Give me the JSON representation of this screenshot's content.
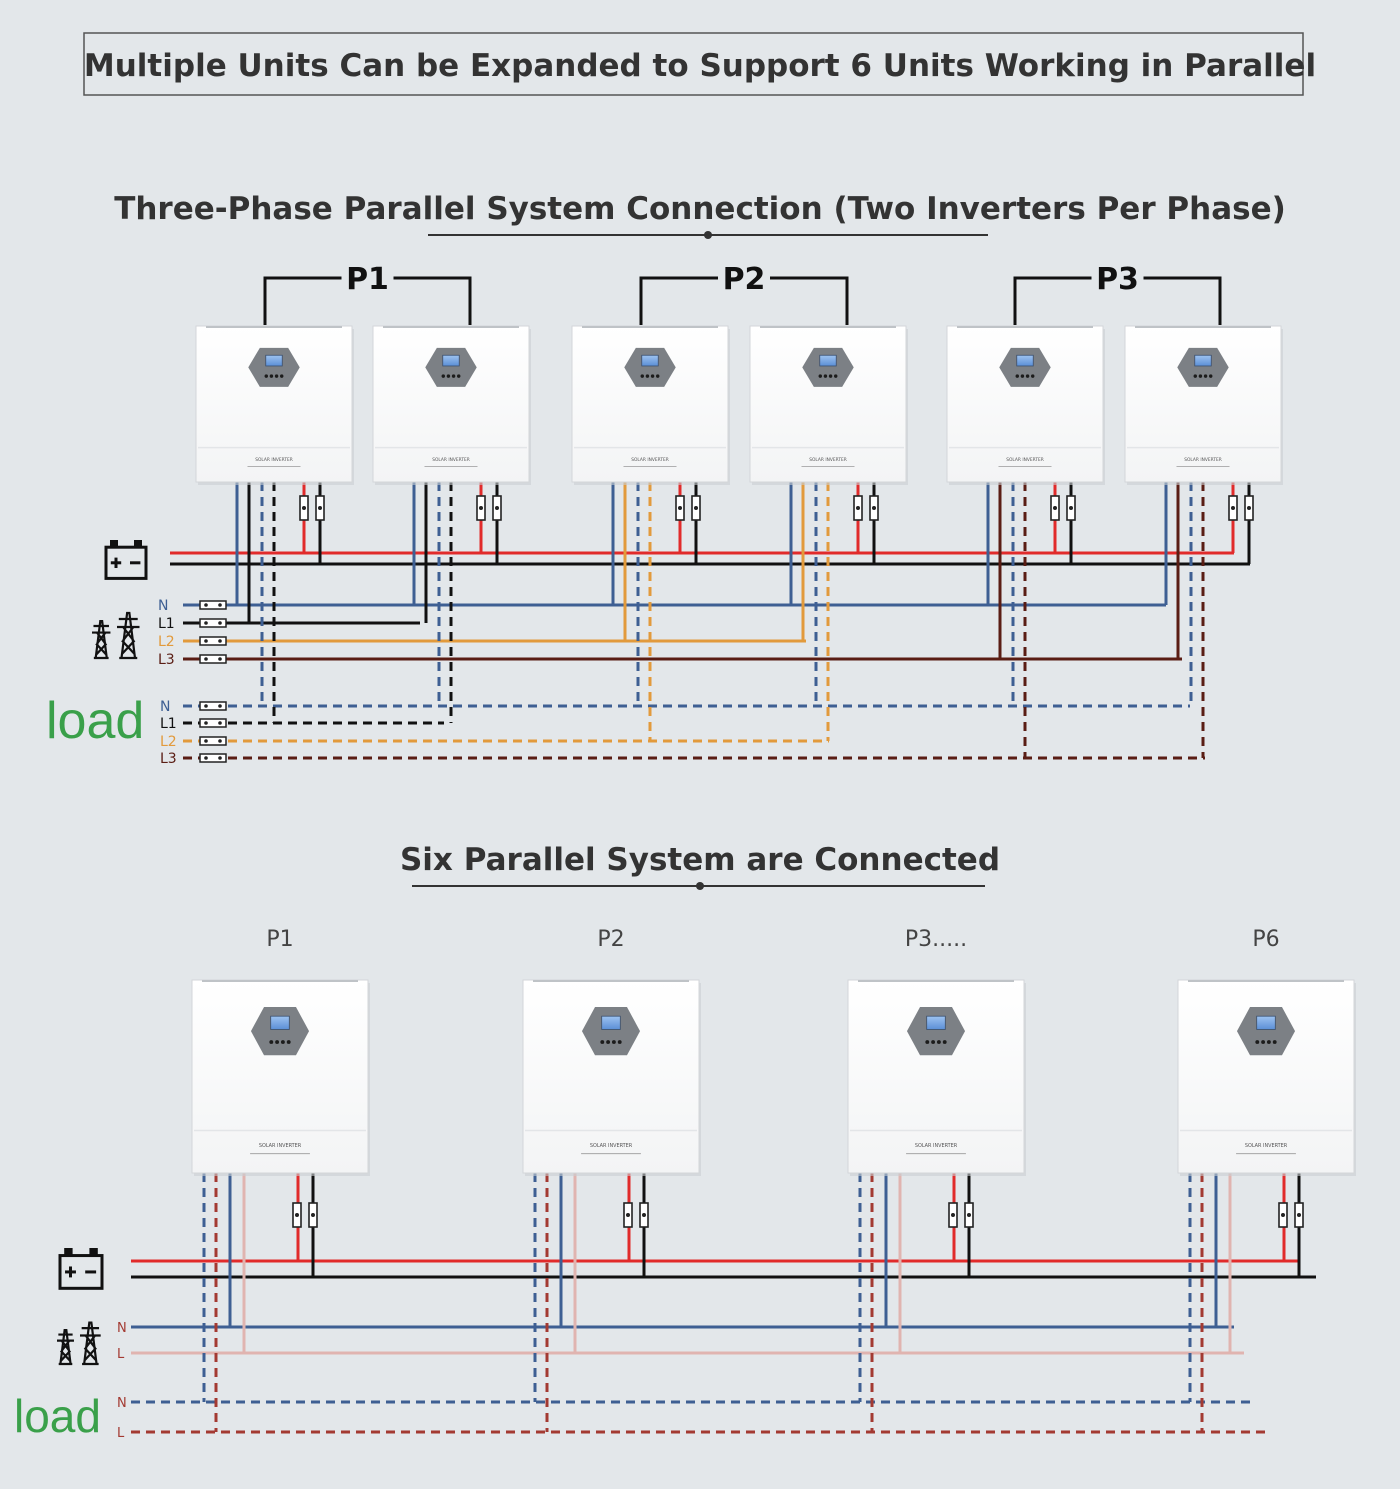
{
  "header": {
    "title": "Multiple Units Can be Expanded to Support 6 Units Working in Parallel"
  },
  "section_three_phase": {
    "title": "Three-Phase Parallel System Connection (Two Inverters Per Phase)",
    "groups": [
      "P1",
      "P2",
      "P3"
    ],
    "inverter_label": "SOLAR INVERTER",
    "grid_lines": [
      {
        "label": "N",
        "color": "#3e5f93"
      },
      {
        "label": "L1",
        "color": "#111111"
      },
      {
        "label": "L2",
        "color": "#e29a3c"
      },
      {
        "label": "L3",
        "color": "#5a1d14"
      }
    ],
    "load_label": "load",
    "load_lines": [
      {
        "label": "N",
        "color": "#3e5f93"
      },
      {
        "label": "L1",
        "color": "#111111"
      },
      {
        "label": "L2",
        "color": "#e29a3c"
      },
      {
        "label": "L3",
        "color": "#5a1d14"
      }
    ]
  },
  "section_six_parallel": {
    "title": "Six Parallel System are Connected",
    "units": [
      "P1",
      "P2",
      "P3.....",
      "P6"
    ],
    "inverter_label": "SOLAR INVERTER",
    "grid_lines": [
      {
        "label": "N",
        "color": "#3e5f93"
      },
      {
        "label": "L",
        "color": "#e0b4b0"
      }
    ],
    "load_label": "load",
    "load_lines": [
      {
        "label": "N",
        "color": "#3e5f93"
      },
      {
        "label": "L",
        "color": "#a33a32"
      }
    ]
  },
  "colors": {
    "battery_positive": "#e12b2b",
    "battery_negative": "#111111",
    "neutral": "#3e5f93",
    "load_text": "#3aa04a",
    "background": "#e3e7ea"
  },
  "icons": [
    "battery-icon",
    "power-tower-icon"
  ]
}
